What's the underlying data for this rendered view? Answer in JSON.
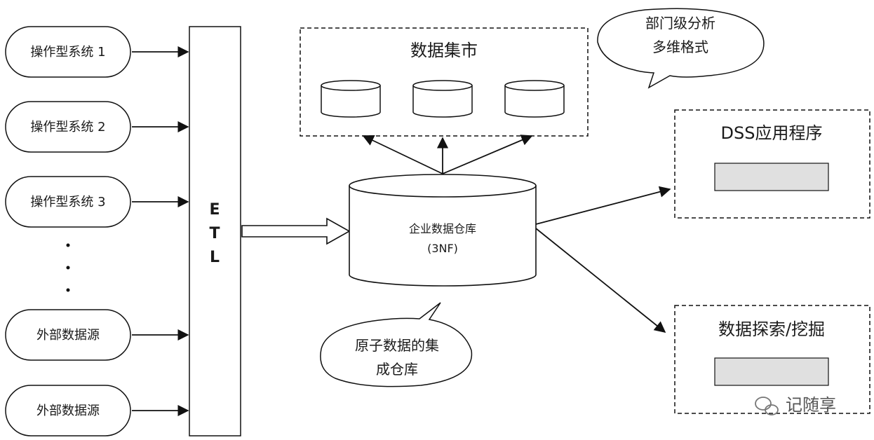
{
  "sources": [
    {
      "label": "操作型系统 1"
    },
    {
      "label": "操作型系统 2"
    },
    {
      "label": "操作型系统 3"
    },
    {
      "label": "外部数据源"
    },
    {
      "label": "外部数据源"
    }
  ],
  "etl": {
    "letters": [
      "E",
      "T",
      "L"
    ]
  },
  "datamart": {
    "title": "数据集市"
  },
  "bubble_dept": {
    "line1": "部门级分析",
    "line2": "多维格式"
  },
  "warehouse": {
    "line1": "企业数据仓库",
    "line2": "(3NF)"
  },
  "bubble_atomic": {
    "line1": "原子数据的集",
    "line2": "成仓库"
  },
  "dss": {
    "title": "DSS应用程序"
  },
  "mining": {
    "title": "数据探索/挖掘"
  },
  "watermark": {
    "text": "记随享"
  }
}
